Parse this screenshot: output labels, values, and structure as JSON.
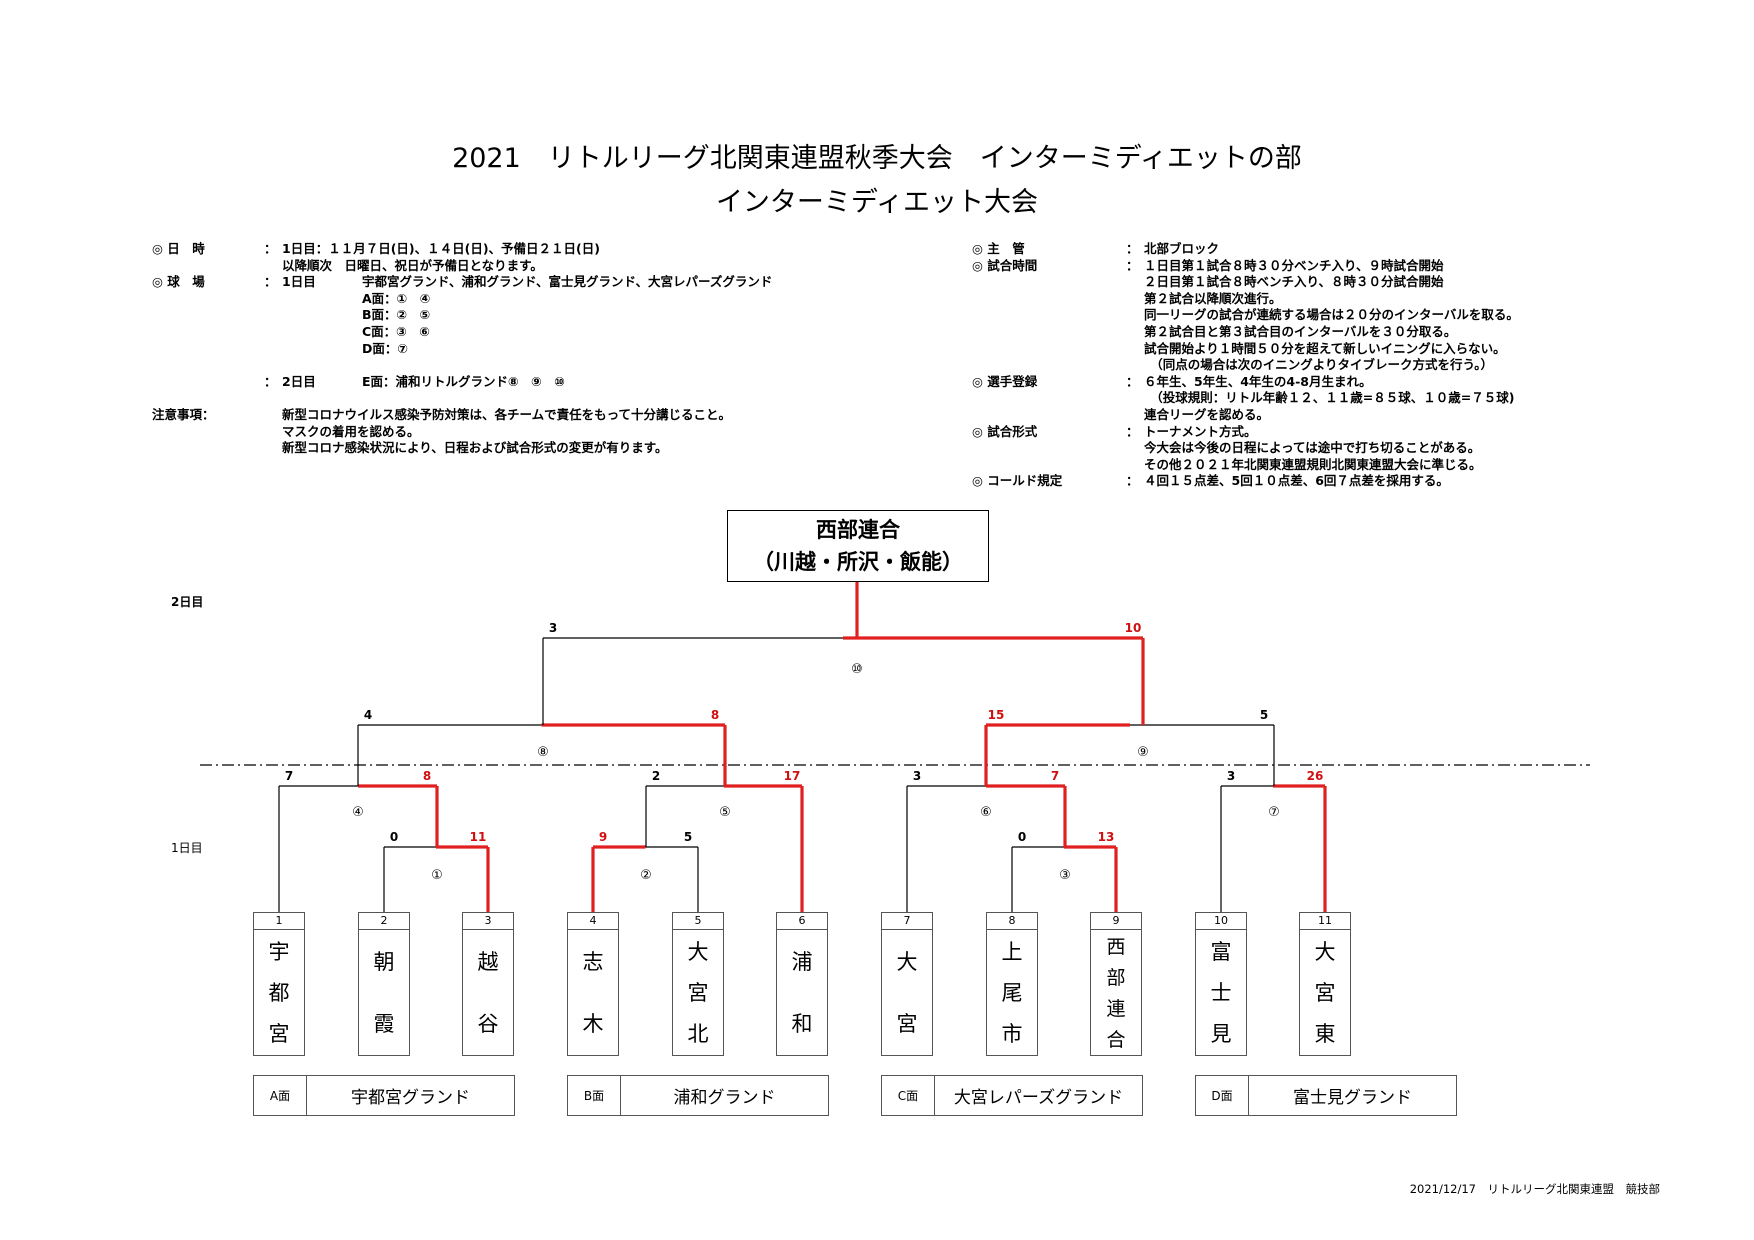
{
  "title_line1": "2021　リトルリーグ北関東連盟秋季大会　インターミディエットの部",
  "title_line2": "インターミディエット大会",
  "left_info": [
    [
      "◎ 日　時",
      "：",
      "1日目：１１月７日(日)、１４日(日)、予備日２１日(日)",
      ""
    ],
    [
      "",
      "",
      "以降順次　日曜日、祝日が予備日となります。",
      ""
    ],
    [
      "◎ 球　場",
      "：",
      "1日目",
      "宇都宮グランド、浦和グランド、富士見グランド、大宮レパーズグランド"
    ],
    [
      "",
      "",
      "",
      "A面：①　④"
    ],
    [
      "",
      "",
      "",
      "B面：②　⑤"
    ],
    [
      "",
      "",
      "",
      "C面：③　⑥"
    ],
    [
      "",
      "",
      "",
      "D面：⑦"
    ],
    [
      "",
      "",
      "",
      ""
    ],
    [
      "",
      "：",
      "2日目",
      "E面：浦和リトルグランド⑧　⑨　⑩"
    ],
    [
      "",
      "",
      "",
      ""
    ],
    [
      "注意事項：",
      "",
      "新型コロナウイルス感染予防対策は、各チームで責任をもって十分講じること。",
      ""
    ],
    [
      "",
      "",
      "マスクの着用を認める。",
      ""
    ],
    [
      "",
      "",
      "新型コロナ感染状況により、日程および試合形式の変更が有ります。",
      ""
    ]
  ],
  "right_info": [
    [
      "◎ 主　管",
      "：",
      "北部ブロック"
    ],
    [
      "◎ 試合時間",
      "：",
      "１日目第１試合８時３０分ベンチ入り、９時試合開始"
    ],
    [
      "",
      "",
      "２日目第１試合８時ベンチ入り、８時３０分試合開始"
    ],
    [
      "",
      "",
      "第２試合以降順次進行。"
    ],
    [
      "",
      "",
      "同一リーグの試合が連続する場合は２０分のインターバルを取る。"
    ],
    [
      "",
      "",
      "第２試合目と第３試合目のインターバルを３０分取る。"
    ],
    [
      "",
      "",
      "試合開始より１時間５０分を超えて新しいイニングに入らない。"
    ],
    [
      "",
      "",
      "　（同点の場合は次のイニングよりタイブレーク方式を行う。）"
    ],
    [
      "◎ 選手登録",
      "：",
      "６年生、5年生、4年生の4-8月生まれ。"
    ],
    [
      "",
      "",
      "　（投球規則：リトル年齢１２、１１歳=８５球、１０歳=７５球)"
    ],
    [
      "",
      "",
      "連合リーグを認める。"
    ],
    [
      "◎ 試合形式",
      "：",
      "トーナメント方式。"
    ],
    [
      "",
      "",
      "今大会は今後の日程によっては途中で打ち切ることがある。"
    ],
    [
      "",
      "",
      "その他２０２１年北関東連盟規則北関東連盟大会に準じる。"
    ],
    [
      "◎ コールド規定",
      "：",
      "４回１５点差、5回１０点差、6回７点差を採用する。"
    ]
  ],
  "winner": {
    "line1": "西部連合",
    "line2": "（川越・所沢・飯能）"
  },
  "day2_label": "2日目",
  "day1_label": "1日目",
  "teams": [
    {
      "num": "1",
      "chars": [
        "宇",
        "都",
        "宮"
      ]
    },
    {
      "num": "2",
      "chars": [
        "朝",
        "霞"
      ]
    },
    {
      "num": "3",
      "chars": [
        "越",
        "谷"
      ]
    },
    {
      "num": "4",
      "chars": [
        "志",
        "木"
      ]
    },
    {
      "num": "5",
      "chars": [
        "大",
        "宮",
        "北"
      ]
    },
    {
      "num": "6",
      "chars": [
        "浦",
        "和"
      ]
    },
    {
      "num": "7",
      "chars": [
        "大",
        "宮"
      ]
    },
    {
      "num": "8",
      "chars": [
        "上",
        "尾",
        "市"
      ]
    },
    {
      "num": "9",
      "chars": [
        "西",
        "部",
        "連",
        "合"
      ]
    },
    {
      "num": "10",
      "chars": [
        "富",
        "士",
        "見"
      ]
    },
    {
      "num": "11",
      "chars": [
        "大",
        "宮",
        "東"
      ]
    }
  ],
  "venues": [
    {
      "code": "A面",
      "name": "宇都宮グランド"
    },
    {
      "code": "B面",
      "name": "浦和グランド"
    },
    {
      "code": "C面",
      "name": "大宮レパーズグランド"
    },
    {
      "code": "D面",
      "name": "富士見グランド"
    }
  ],
  "games": [
    {
      "no": "①",
      "left_score": "0",
      "right_score": "11",
      "winner": "right"
    },
    {
      "no": "②",
      "left_score": "9",
      "right_score": "5",
      "winner": "left"
    },
    {
      "no": "③",
      "left_score": "0",
      "right_score": "13",
      "winner": "right"
    },
    {
      "no": "④",
      "left_score": "7",
      "right_score": "8",
      "winner": "right"
    },
    {
      "no": "⑤",
      "left_score": "2",
      "right_score": "17",
      "winner": "right"
    },
    {
      "no": "⑥",
      "left_score": "3",
      "right_score": "7",
      "winner": "right"
    },
    {
      "no": "⑦",
      "left_score": "3",
      "right_score": "26",
      "winner": "right"
    },
    {
      "no": "⑧",
      "left_score": "4",
      "right_score": "8",
      "winner": "right"
    },
    {
      "no": "⑨",
      "left_score": "15",
      "right_score": "5",
      "winner": "left"
    },
    {
      "no": "⑩",
      "left_score": "3",
      "right_score": "10",
      "winner": "right"
    }
  ],
  "colors": {
    "win_line": "#e02020",
    "win_score": "#d01010",
    "line": "#000000",
    "border": "#555555"
  },
  "footer": "2021/12/17　リトルリーグ北関東連盟　競技部"
}
